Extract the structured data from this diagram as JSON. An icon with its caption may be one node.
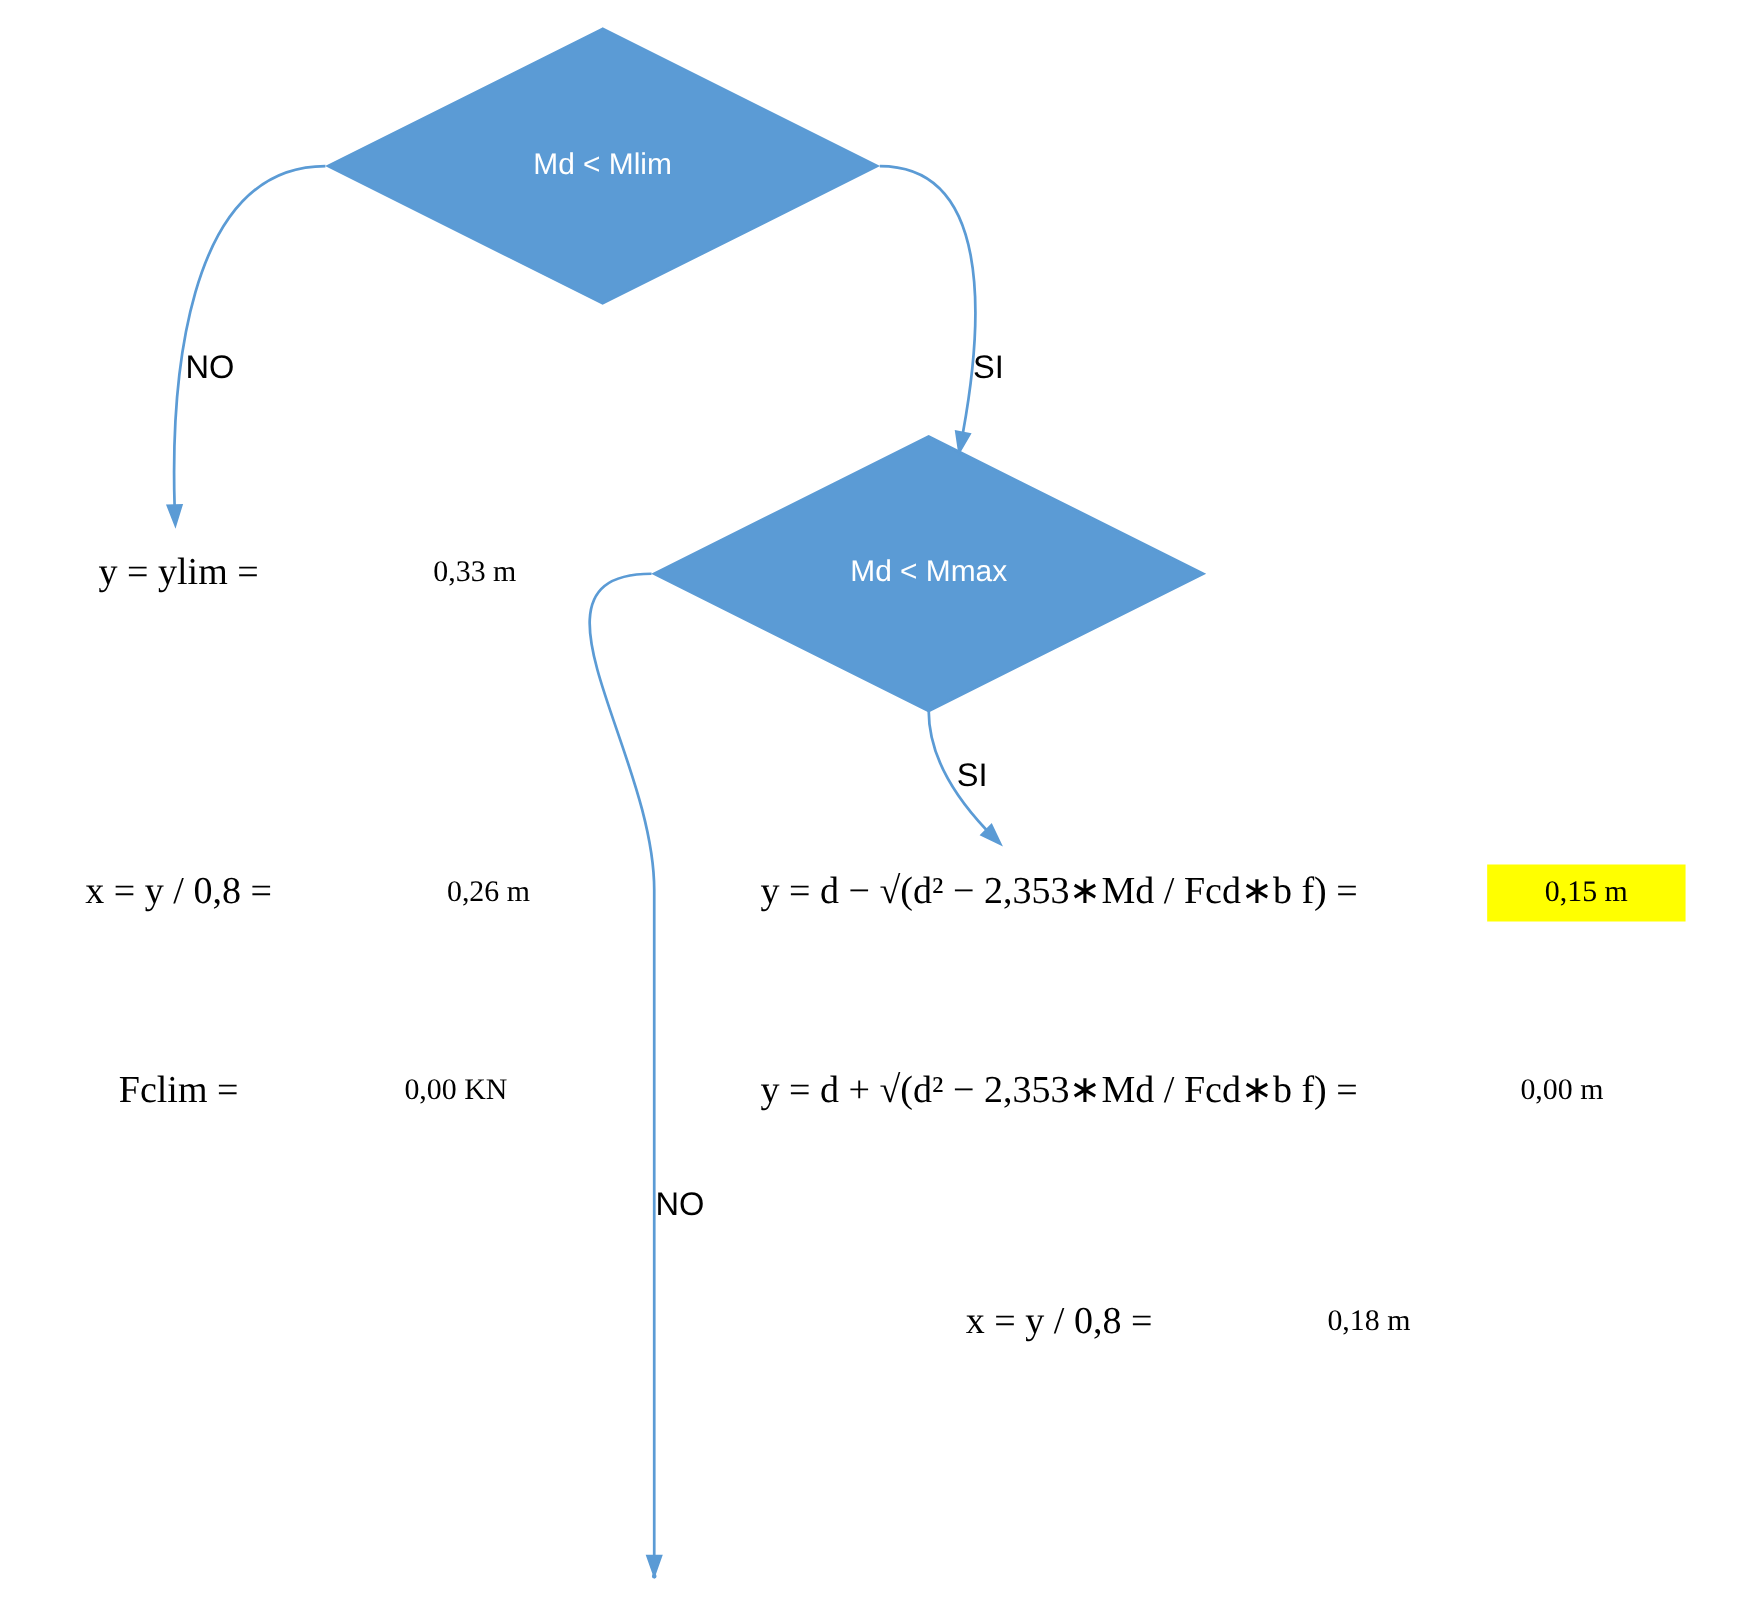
{
  "diagram": {
    "nodes": [
      {
        "text": [
          "Md < Mlim"
        ]
      },
      {
        "text": [
          "Md < Mmax"
        ]
      },
      {
        "text": [
          "y = ylim ="
        ]
      },
      {
        "text": [
          "y = d − √(d² − 2,353∗Md / Fcd∗b f) ="
        ]
      }
    ],
    "edges": [
      {
        "from": 0,
        "to": 1,
        "label": "SI",
        "arrow": "to"
      },
      {
        "from": 0,
        "to": 2,
        "label": "NO",
        "arrow": "to"
      },
      {
        "from": 1,
        "to": 3,
        "label": "SI",
        "arrow": "to"
      },
      {
        "from": 1,
        "to": null,
        "label": "NO",
        "arrow": "to"
      }
    ],
    "labels": [
      "0,33 m",
      "x = y / 0,8 =",
      "0,26 m",
      "Fclim =",
      "0,00 KN",
      "0,15 m",
      "y = d + √(d² − 2,353∗Md / Fcd∗b f) =",
      "0,00 m",
      "x = y / 0,8 =",
      "0,18 m"
    ]
  }
}
